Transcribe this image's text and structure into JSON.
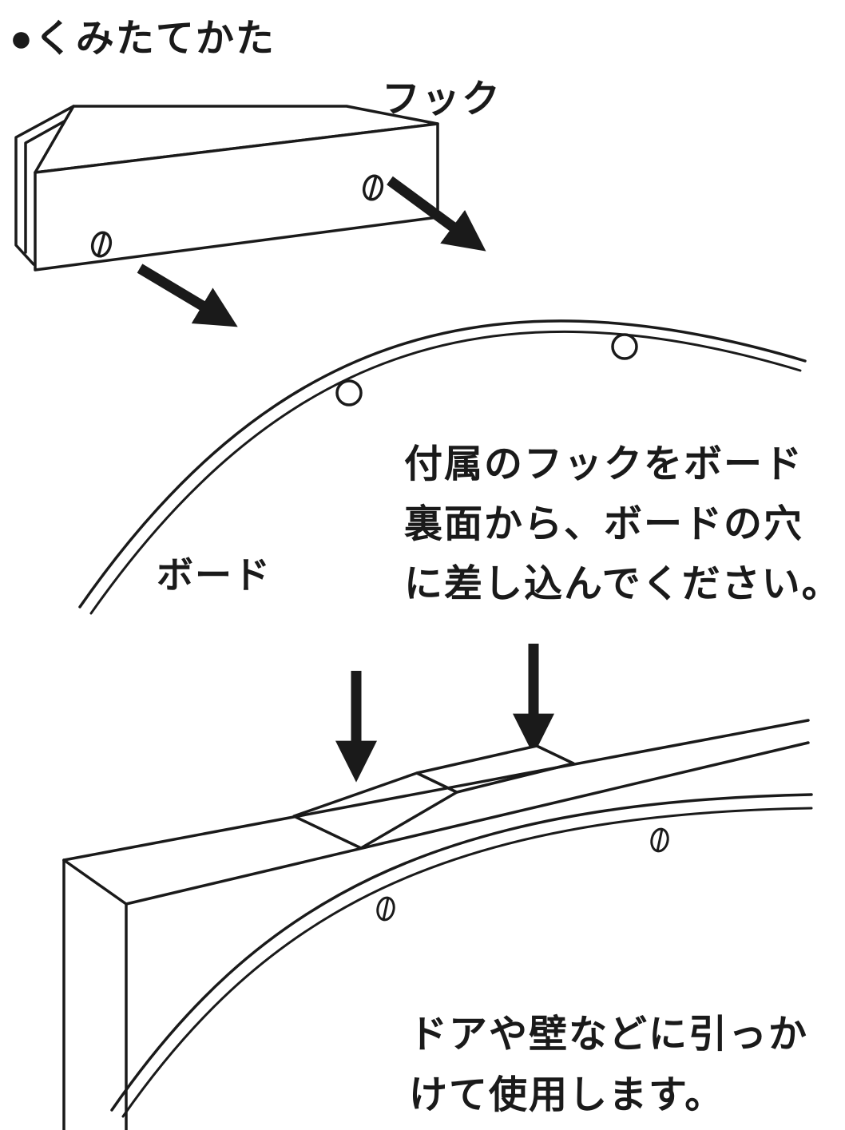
{
  "title": "●くみたてかた",
  "labels": {
    "hook": "フック",
    "board": "ボード"
  },
  "steps": {
    "insert": "付属のフックをボード\n裏面から、ボードの穴\nに差し込んでください。",
    "use": "ドアや壁などに引っか\nけて使用します。"
  },
  "colors": {
    "ink": "#1a1a1a",
    "paper": "#ffffff"
  }
}
